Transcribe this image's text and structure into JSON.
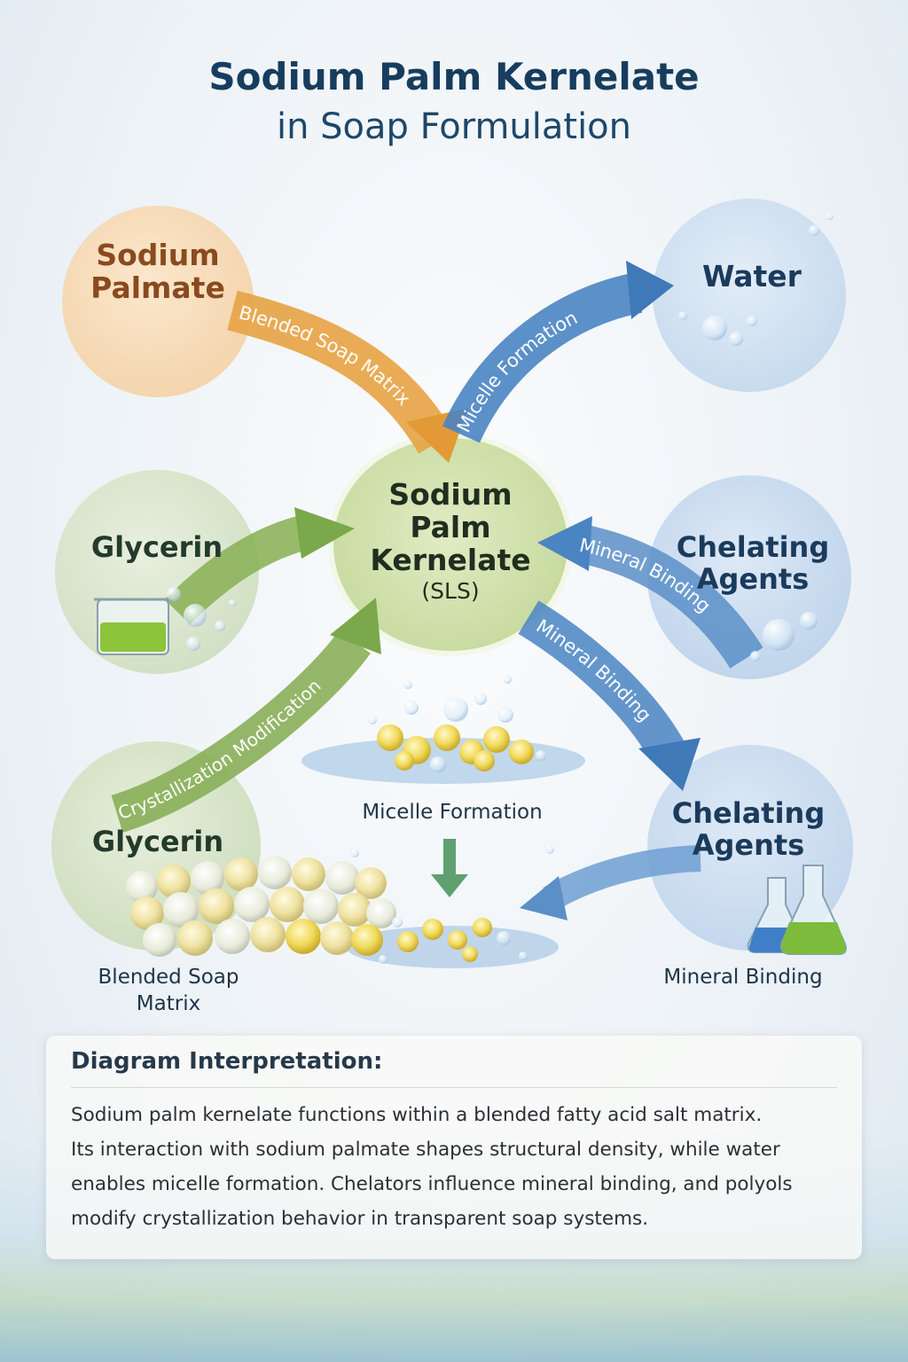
{
  "title": "Sodium Palm Kernelate",
  "subtitle": "in Soap Formulation",
  "nodes": {
    "center": {
      "line1": "Sodium",
      "line2": "Palm",
      "line3": "Kernelate",
      "line4": "(SLS)"
    },
    "sodium_palmate": {
      "line1": "Sodium",
      "line2": "Palmate"
    },
    "water": {
      "label": "Water"
    },
    "glycerin_top": {
      "label": "Glycerin"
    },
    "chelating_top": {
      "line1": "Chelating",
      "line2": "Agents"
    },
    "glycerin_bottom": {
      "label": "Glycerin"
    },
    "chelating_bottom": {
      "line1": "Chelating",
      "line2": "Agents"
    }
  },
  "arrows": {
    "blended": "Blended Soap Matrix",
    "micelle": "Micelle Formation",
    "mineral_top": "Mineral Binding",
    "mineral_mid": "Mineral Binding",
    "crystallization": "Crystallization Modification"
  },
  "captions": {
    "micelle": "Micelle Formation",
    "blended_line1": "Blended Soap",
    "blended_line2": "Matrix",
    "mineral": "Mineral Binding"
  },
  "panel": {
    "heading": "Diagram Interpretation:",
    "lines": [
      "Sodium palm kernelate functions within a blended fatty acid salt matrix.",
      "Its interaction with sodium palmate shapes structural density, while water",
      "enables micelle formation. Chelators influence mineral binding, and polyols",
      "modify crystallization behavior in transparent soap systems."
    ]
  },
  "colors": {
    "orange": "#e8a040",
    "blue": "#3f7fc0",
    "green": "#7aa84a",
    "center_fill": "#c9dca0",
    "title": "#173d5e"
  }
}
